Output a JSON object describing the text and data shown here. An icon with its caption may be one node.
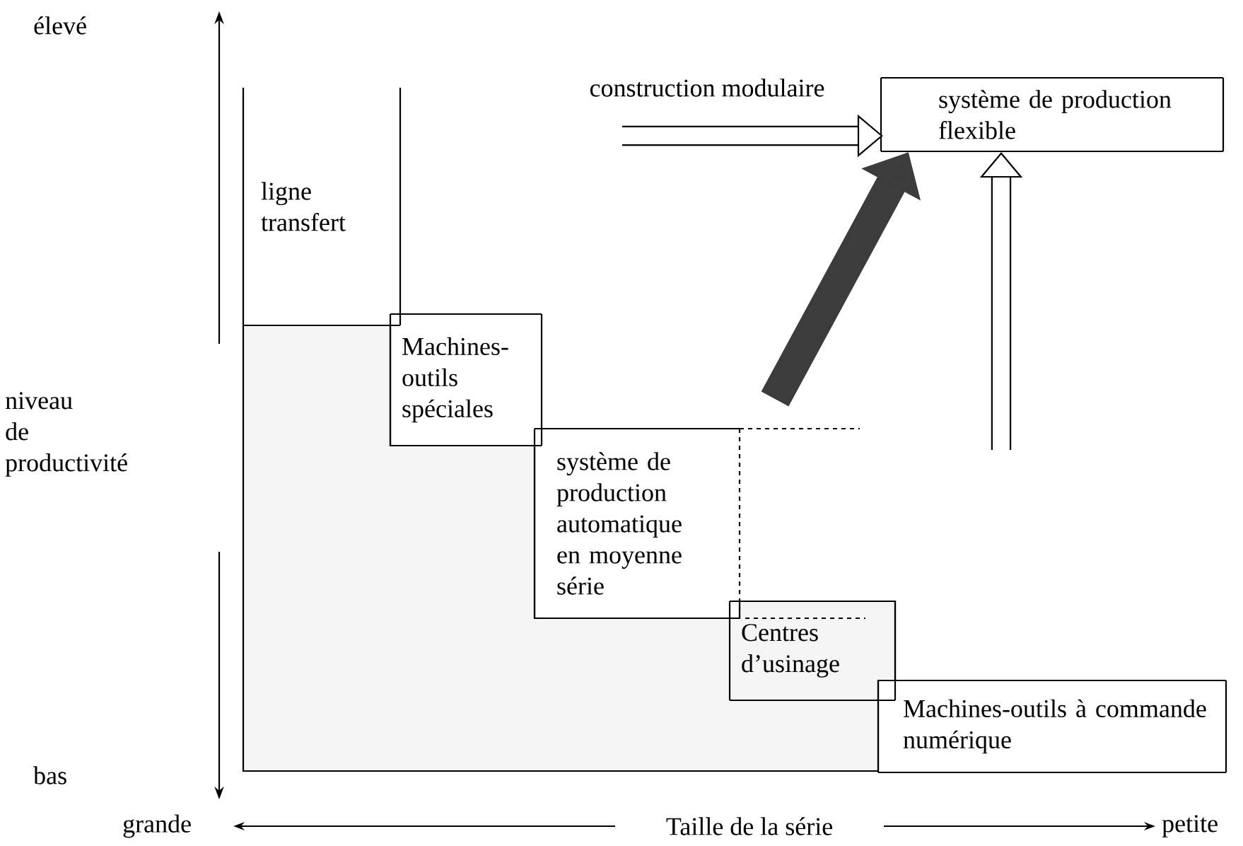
{
  "diagram": {
    "nodes": [
      {
        "text": [
          "ligne transfert"
        ]
      },
      {
        "text": [
          "Machines-outils spéciales"
        ]
      },
      {
        "text": [
          "système de production automatique en moyenne série"
        ]
      },
      {
        "text": [
          "Centres d’usinage"
        ]
      },
      {
        "text": [
          "Machines-outils à commande numérique"
        ]
      },
      {
        "text": [
          "système de production flexible"
        ]
      }
    ],
    "edges": [
      {
        "from": null,
        "to": 5,
        "arrow": "to",
        "label": "construction modulaire"
      },
      {
        "from": null,
        "to": 5,
        "arrow": "to",
        "color": "#3c3c3c"
      },
      {
        "from": null,
        "to": 5,
        "arrow": "to"
      }
    ],
    "labels": [
      "élevé",
      "niveau de productivité",
      "bas",
      "grande",
      "Taille de la série",
      "petite"
    ]
  }
}
